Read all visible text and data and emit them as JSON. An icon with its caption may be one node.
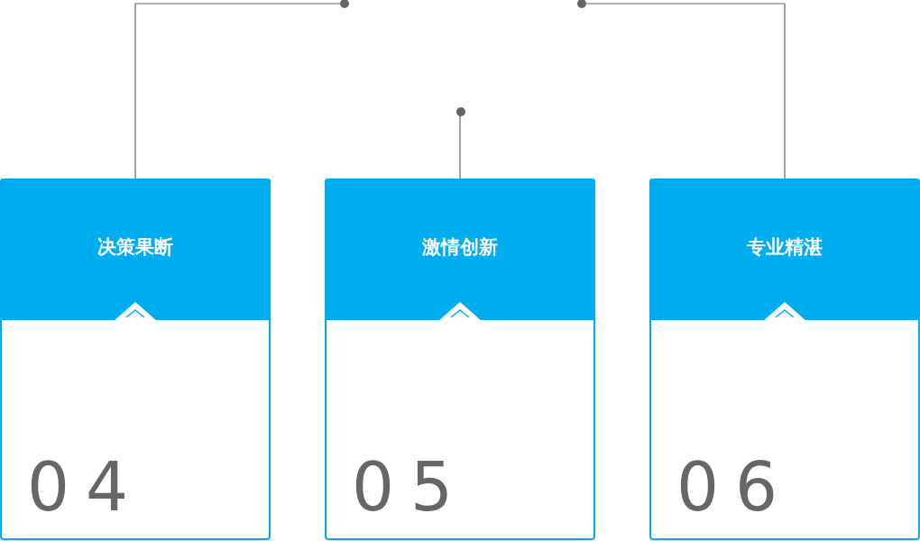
{
  "diagram": {
    "nodes": [
      {
        "text": [],
        "shape": "circle"
      },
      {
        "text": [],
        "shape": "circle"
      },
      {
        "text": [],
        "shape": "circle"
      },
      {
        "text": [
          "决策果断",
          "04"
        ]
      },
      {
        "text": [
          "激情创新",
          "05"
        ]
      },
      {
        "text": [
          "专业精湛",
          "06"
        ]
      }
    ],
    "edges": [
      {
        "from": 3,
        "to": 0,
        "arrow": "none"
      },
      {
        "from": 4,
        "to": 1,
        "arrow": "none"
      },
      {
        "from": 5,
        "to": 2,
        "arrow": "none"
      }
    ]
  }
}
